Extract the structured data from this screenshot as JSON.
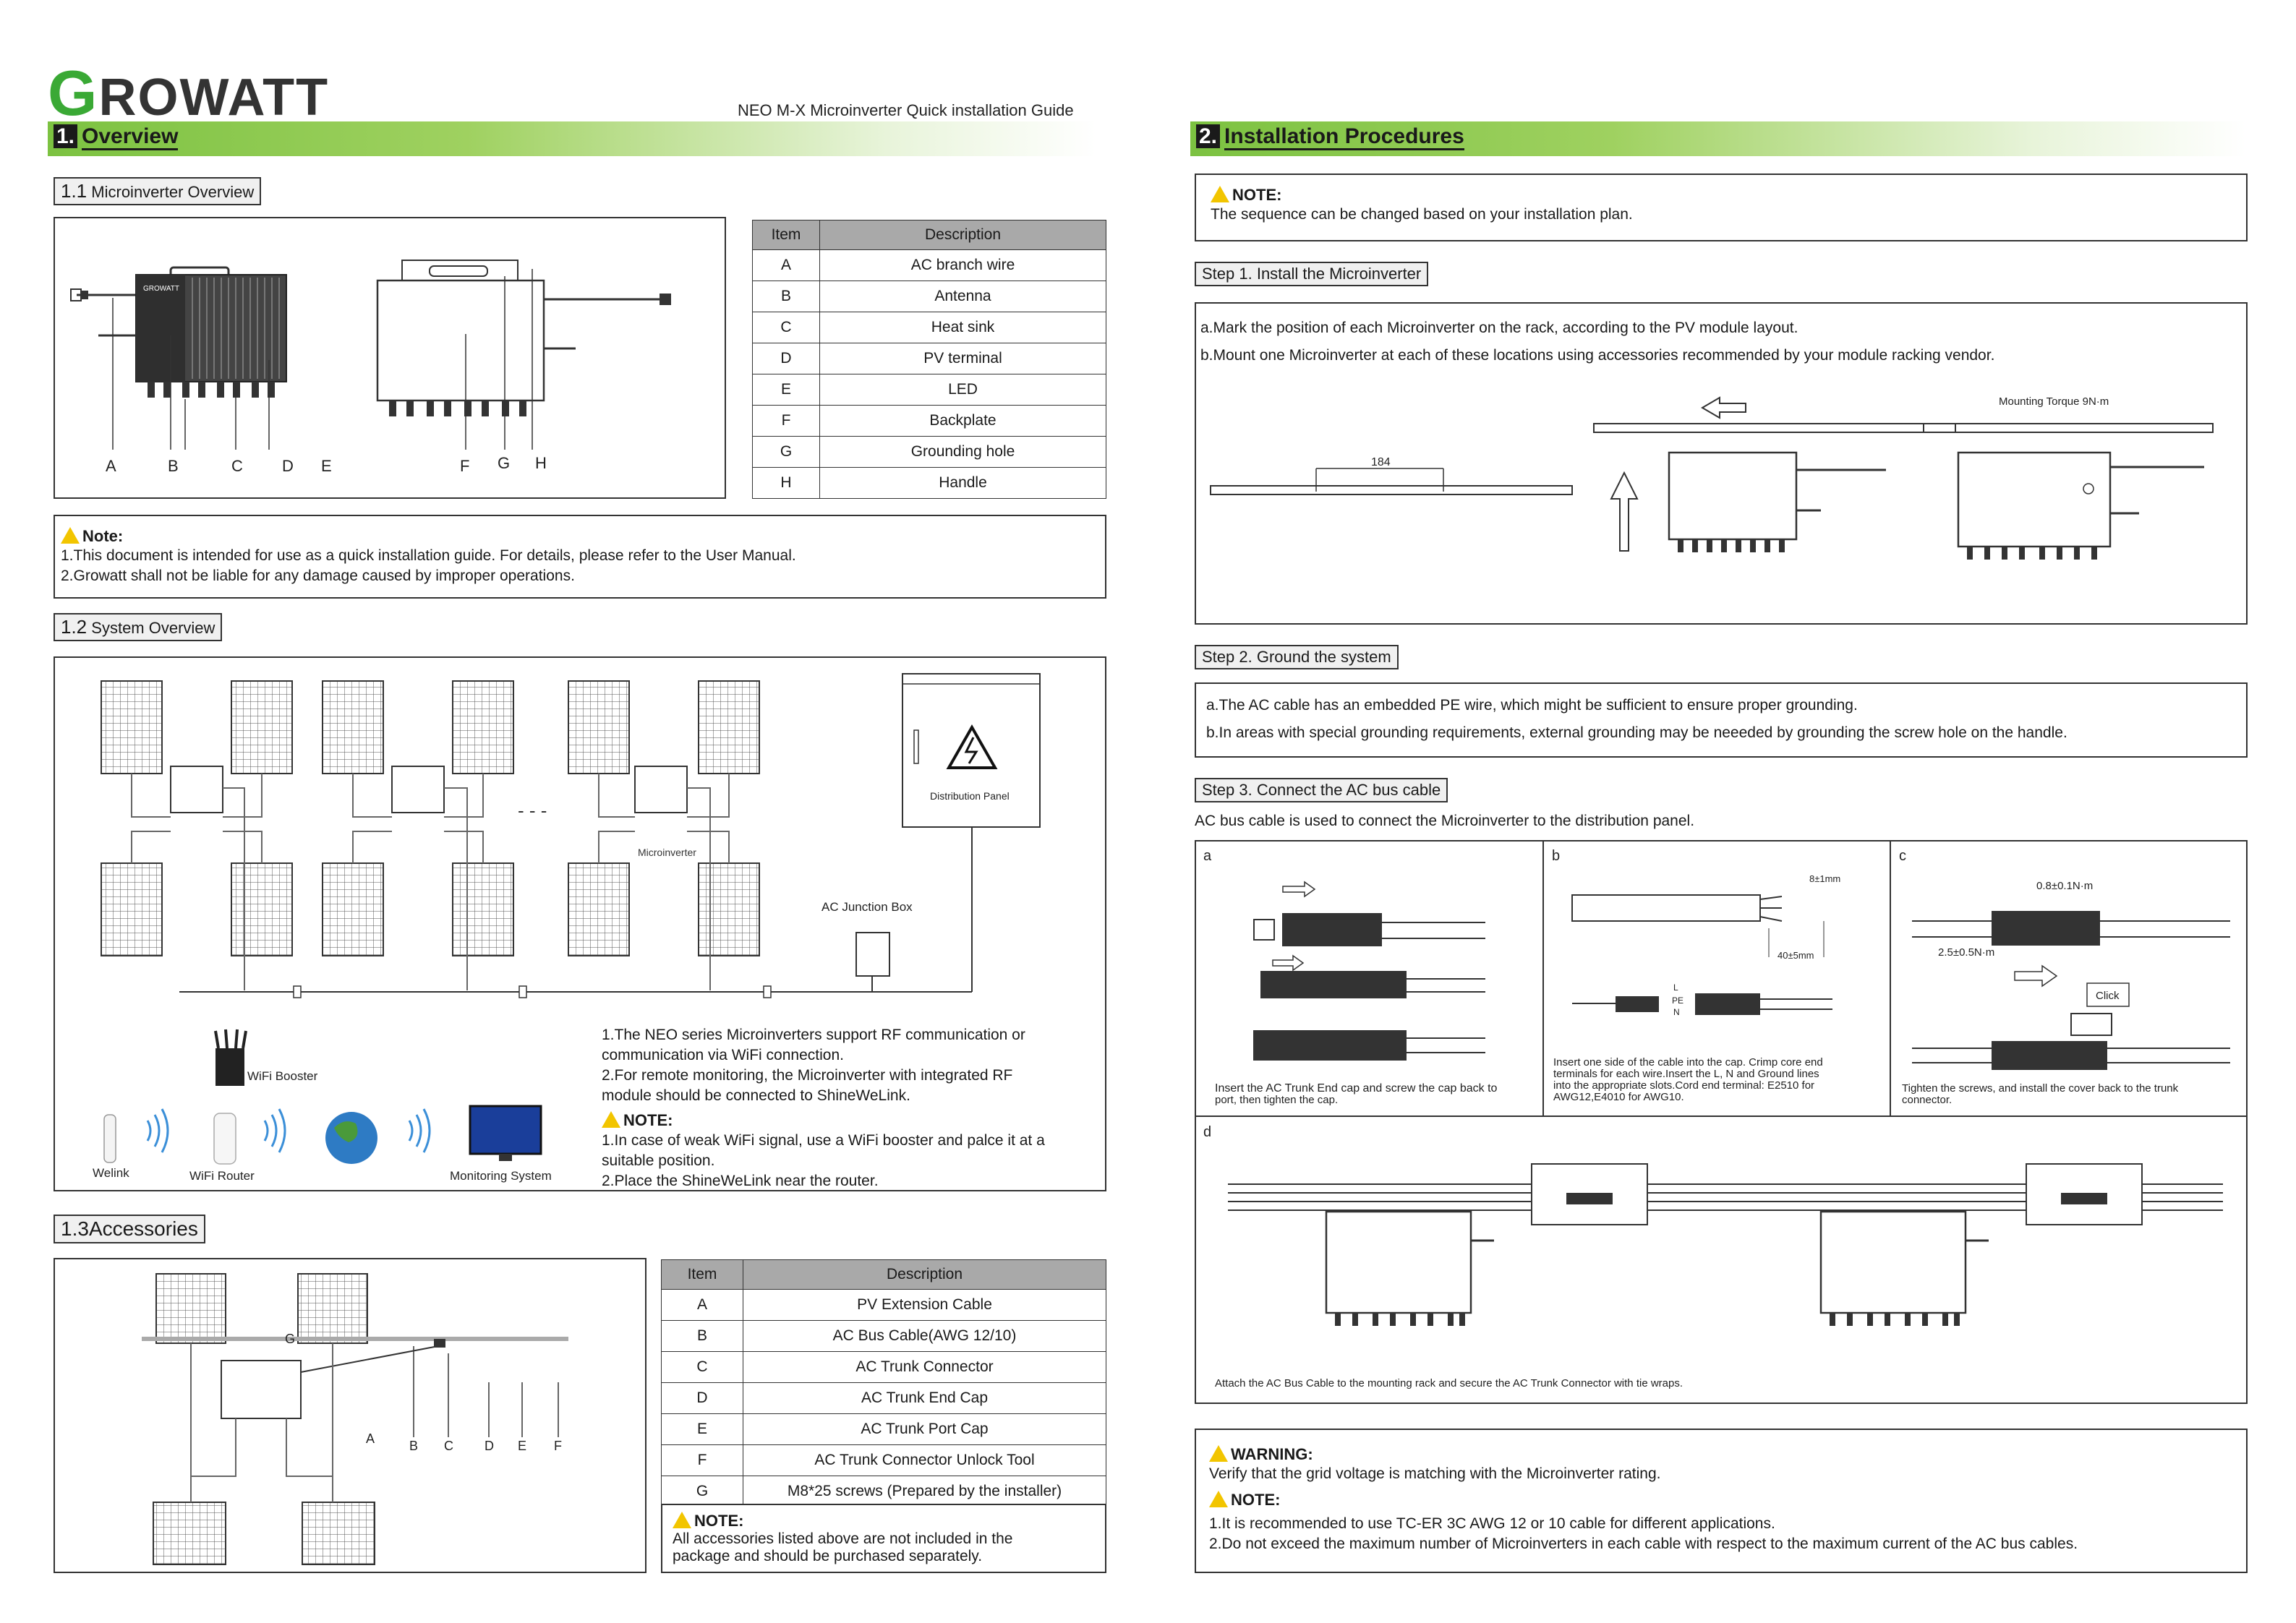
{
  "header": {
    "logo_first": "G",
    "logo_rest": "ROWATT",
    "subtitle": "NEO M-X Microinverter Quick installation Guide"
  },
  "section1": {
    "num": "1.",
    "title": "Overview"
  },
  "s11": {
    "num": "1.1",
    "title": "Microinverter Overview",
    "letters_left": [
      "A",
      "B",
      "C",
      "D",
      "E"
    ],
    "letters_right": [
      "F",
      "G",
      "H"
    ],
    "logo_text": "GROWATT",
    "table": {
      "headers": [
        "Item",
        "Description"
      ],
      "rows": [
        [
          "A",
          "AC branch wire"
        ],
        [
          "B",
          "Antenna"
        ],
        [
          "C",
          "Heat sink"
        ],
        [
          "D",
          "PV terminal"
        ],
        [
          "E",
          "LED"
        ],
        [
          "F",
          "Backplate"
        ],
        [
          "G",
          "Grounding hole"
        ],
        [
          "H",
          "Handle"
        ]
      ]
    }
  },
  "note1": {
    "title": "Note:",
    "lines": [
      "1.This document is intended for use as a quick installation guide. For details, please refer to the User Manual.",
      "2.Growatt shall not be liable for any damage caused by improper operations."
    ]
  },
  "s12": {
    "num": "1.2",
    "title": "System Overview",
    "microinverter": "Microinverter",
    "dots": "- - -",
    "dist_panel": "Distribution Panel",
    "junction": "AC Junction Box",
    "wifi_booster": "WiFi Booster",
    "welink": "Welink",
    "wifi_router": "WiFi Router",
    "monitoring": "Monitoring System",
    "text_lines": [
      "1.The NEO series Microinverters support  RF communication or",
      "communication via WiFi connection.",
      "2.For remote monitoring, the Microinverter with integrated RF",
      "module should be connected to ShineWeLink."
    ],
    "note_title": "NOTE:",
    "note_lines": [
      "1.In case of weak WiFi signal, use a WiFi booster and palce it at a",
      "suitable position.",
      "2.Place the ShineWeLink near the router."
    ]
  },
  "s13": {
    "num": "1.3",
    "title": "Accessories",
    "letters": [
      "A",
      "B",
      "C",
      "D",
      "E",
      "F",
      "G"
    ],
    "table": {
      "headers": [
        "Item",
        "Description"
      ],
      "rows": [
        [
          "A",
          "PV Extension Cable"
        ],
        [
          "B",
          "AC Bus Cable(AWG 12/10)"
        ],
        [
          "C",
          "AC Trunk Connector"
        ],
        [
          "D",
          "AC Trunk End Cap"
        ],
        [
          "E",
          "AC Trunk Port Cap"
        ],
        [
          "F",
          "AC Trunk Connector Unlock Tool"
        ],
        [
          "G",
          "M8*25 screws (Prepared by the installer)"
        ]
      ]
    },
    "note_title": "NOTE:",
    "note_lines": [
      "All accessories listed above are not included in the",
      "package and should be purchased separately."
    ]
  },
  "section2": {
    "num": "2.",
    "title": "Installation Procedures"
  },
  "note2": {
    "title": "NOTE:",
    "text": "The sequence can be changed based on your installation plan."
  },
  "step1": {
    "title": "Step 1. Install the Microinverter",
    "lines": [
      "a.Mark the position of each Microinverter on the rack, according to the PV module layout.",
      "b.Mount one Microinverter at each of these locations using accessories recommended by your module racking vendor."
    ],
    "dim": "184",
    "torque": "Mounting Torque 9N·m"
  },
  "step2": {
    "title": "Step 2. Ground the system",
    "lines": [
      "a.The AC cable has an embedded PE wire, which might be sufficient to ensure proper grounding.",
      "b.In areas with special grounding requirements, external grounding may be neeeded by grounding the screw hole on the handle."
    ]
  },
  "step3": {
    "title": "Step 3. Connect the AC bus cable",
    "intro": "AC bus cable is used to connect the Microinverter to the distribution panel.",
    "a": {
      "label": "a",
      "caption": [
        "Insert the AC Trunk End cap and screw the cap back to",
        "port, then tighten the cap."
      ]
    },
    "b": {
      "label": "b",
      "dim1": "8±1mm",
      "dim2": "40±5mm",
      "wires": [
        "L",
        "PE",
        "N"
      ],
      "caption": [
        "Insert one side of the cable into the cap. Crimp core end",
        "terminals for each wire.Insert the L, N and Ground lines",
        "into the appropriate slots.Cord end terminal:  E2510 for",
        "AWG12,E4010 for AWG10."
      ]
    },
    "c": {
      "label": "c",
      "t1": "0.8±0.1N·m",
      "t2": "2.5±0.5N·m",
      "click": "Click",
      "caption": [
        "Tighten the screws, and install the cover back to the trunk",
        "connector."
      ]
    },
    "d": {
      "label": "d",
      "caption": "Attach the AC Bus Cable to the mounting rack and secure the AC Trunk Connector with tie wraps."
    }
  },
  "warning": {
    "title": "WARNING:",
    "text": "Verify that the grid voltage is matching with the Microinverter rating.",
    "note_title": "NOTE:",
    "note_lines": [
      "1.It is recommended to use TC-ER 3C AWG 12 or 10 cable for different applications.",
      "2.Do not exceed the maximum number of Microinverters in each cable with respect to  the maximum current of the AC bus cables."
    ]
  }
}
